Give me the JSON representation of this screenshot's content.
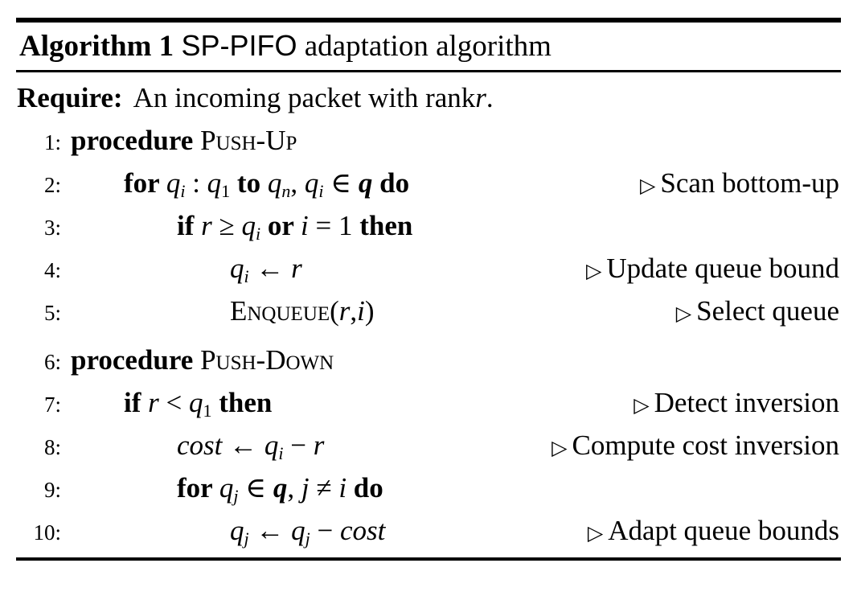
{
  "page": {
    "background": "#ffffff",
    "text_color": "#000000"
  },
  "algorithm": {
    "header": {
      "label": "Algorithm 1",
      "system": "SP-PIFO",
      "title": "adaptation algorithm"
    },
    "require_line": {
      "keyword": "Require:",
      "text": "An incoming packet with rank ",
      "var": "r",
      "period": "."
    },
    "comment_marker": "▷",
    "lines": [
      {
        "num": "1:",
        "level": 1,
        "segments": [
          {
            "t": "procedure ",
            "s": "kw"
          },
          {
            "t": "Push-Up",
            "s": "sc"
          }
        ]
      },
      {
        "num": "2:",
        "level": 2,
        "segments": [
          {
            "t": "for ",
            "s": "kw"
          },
          {
            "t": "q",
            "s": "v"
          },
          {
            "t": "i",
            "s": "sub"
          },
          {
            "t": " : ",
            "s": "rm"
          },
          {
            "t": "q",
            "s": "v"
          },
          {
            "t": "1",
            "s": "subrm"
          },
          {
            "t": " to ",
            "s": "kw"
          },
          {
            "t": "q",
            "s": "v"
          },
          {
            "t": "n",
            "s": "sub"
          },
          {
            "t": ", ",
            "s": "rm"
          },
          {
            "t": "q",
            "s": "v"
          },
          {
            "t": "i",
            "s": "sub"
          },
          {
            "t": " ∈ ",
            "s": "rm"
          },
          {
            "t": "q",
            "s": "bi"
          },
          {
            "t": " do",
            "s": "kw"
          }
        ],
        "comment": "Scan bottom-up"
      },
      {
        "num": "3:",
        "level": 3,
        "segments": [
          {
            "t": "if ",
            "s": "kw"
          },
          {
            "t": "r",
            "s": "v"
          },
          {
            "t": " ≥ ",
            "s": "rm"
          },
          {
            "t": "q",
            "s": "v"
          },
          {
            "t": "i",
            "s": "sub"
          },
          {
            "t": " or ",
            "s": "kw"
          },
          {
            "t": "i",
            "s": "v"
          },
          {
            "t": " = 1",
            "s": "rm"
          },
          {
            "t": " then",
            "s": "kw"
          }
        ]
      },
      {
        "num": "4:",
        "level": 4,
        "segments": [
          {
            "t": "q",
            "s": "v"
          },
          {
            "t": "i",
            "s": "sub"
          },
          {
            "t": " ← ",
            "s": "rm"
          },
          {
            "t": "r",
            "s": "v"
          }
        ],
        "comment": "Update queue bound"
      },
      {
        "num": "5:",
        "level": 4,
        "segments": [
          {
            "t": "Enqueue",
            "s": "sc"
          },
          {
            "t": "(",
            "s": "rm"
          },
          {
            "t": "r",
            "s": "v"
          },
          {
            "t": ",",
            "s": "rm"
          },
          {
            "t": "i",
            "s": "v"
          },
          {
            "t": ")",
            "s": "rm"
          }
        ],
        "comment": "Select queue"
      },
      {
        "num": "6:",
        "level": 1,
        "gap_before": 8,
        "segments": [
          {
            "t": "procedure ",
            "s": "kw"
          },
          {
            "t": "Push-Down",
            "s": "sc"
          }
        ]
      },
      {
        "num": "7:",
        "level": 2,
        "segments": [
          {
            "t": "if ",
            "s": "kw"
          },
          {
            "t": "r",
            "s": "v"
          },
          {
            "t": " < ",
            "s": "rm"
          },
          {
            "t": "q",
            "s": "v"
          },
          {
            "t": "1",
            "s": "subrm"
          },
          {
            "t": " then",
            "s": "kw"
          }
        ],
        "comment": "Detect inversion"
      },
      {
        "num": "8:",
        "level": 3,
        "segments": [
          {
            "t": "cost",
            "s": "v"
          },
          {
            "t": " ← ",
            "s": "rm"
          },
          {
            "t": "q",
            "s": "v"
          },
          {
            "t": "i",
            "s": "sub"
          },
          {
            "t": " − ",
            "s": "rm"
          },
          {
            "t": "r",
            "s": "v"
          }
        ],
        "comment": "Compute cost inversion"
      },
      {
        "num": "9:",
        "level": 3,
        "segments": [
          {
            "t": "for ",
            "s": "kw"
          },
          {
            "t": "q",
            "s": "v"
          },
          {
            "t": "j",
            "s": "sub"
          },
          {
            "t": " ∈ ",
            "s": "rm"
          },
          {
            "t": "q",
            "s": "bi"
          },
          {
            "t": ", ",
            "s": "rm"
          },
          {
            "t": "j",
            "s": "v"
          },
          {
            "t": " ≠ ",
            "s": "rm"
          },
          {
            "t": "i",
            "s": "v"
          },
          {
            "t": " do",
            "s": "kw"
          }
        ]
      },
      {
        "num": "10:",
        "level": 4,
        "segments": [
          {
            "t": "q",
            "s": "v"
          },
          {
            "t": "j",
            "s": "sub"
          },
          {
            "t": " ← ",
            "s": "rm"
          },
          {
            "t": "q",
            "s": "v"
          },
          {
            "t": "j",
            "s": "sub"
          },
          {
            "t": " − ",
            "s": "rm"
          },
          {
            "t": "cost",
            "s": "v"
          }
        ],
        "comment": "Adapt queue bounds"
      }
    ]
  }
}
